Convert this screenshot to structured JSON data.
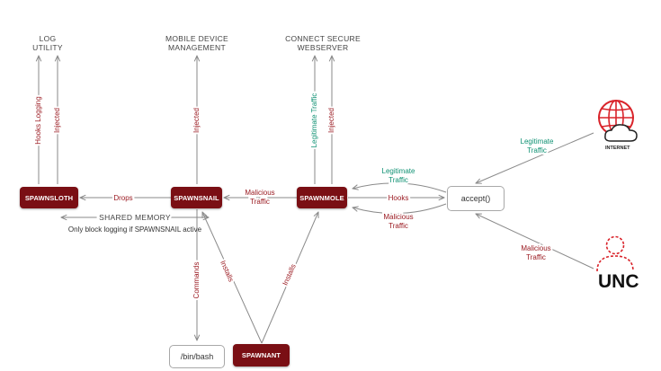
{
  "colors": {
    "node_fill": "#7a0f14",
    "malicious_text": "#9b1b22",
    "legitimate_text": "#0f9173",
    "arrow": "#8a8a8a",
    "icon_red": "#d9232a"
  },
  "top_targets": {
    "log_utility": [
      "LOG",
      "UTILITY"
    ],
    "mobile_device_management": [
      "MOBILE DEVICE",
      "MANAGEMENT"
    ],
    "connect_secure_webserver": [
      "CONNECT SECURE",
      "WEBSERVER"
    ]
  },
  "nodes": {
    "spawnsloth": "SPAWNSLOTH",
    "spawnsnail": "SPAWNSNAIL",
    "spawnmole": "SPAWNMOLE",
    "spawnant": "SPAWNANT",
    "accept": "accept()",
    "bin_bash": "/bin/bash"
  },
  "edge_labels": {
    "hooks_logging": "Hooks Logging",
    "injected": "Injected",
    "legitimate_traffic_vertical": "Legitimate Traffic",
    "drops": "Drops",
    "malicious_traffic": [
      "Malicious",
      "Traffic"
    ],
    "hooks": "Hooks",
    "legitimate_traffic": [
      "Legitimate",
      "Traffic"
    ],
    "commands": "Commands",
    "installs": "Installs",
    "shared_memory": "SHARED MEMORY",
    "shared_memory_note": "Only block logging if SPAWNSNAIL active"
  },
  "actors": {
    "internet": "INTERNET",
    "unc": "UNC"
  }
}
